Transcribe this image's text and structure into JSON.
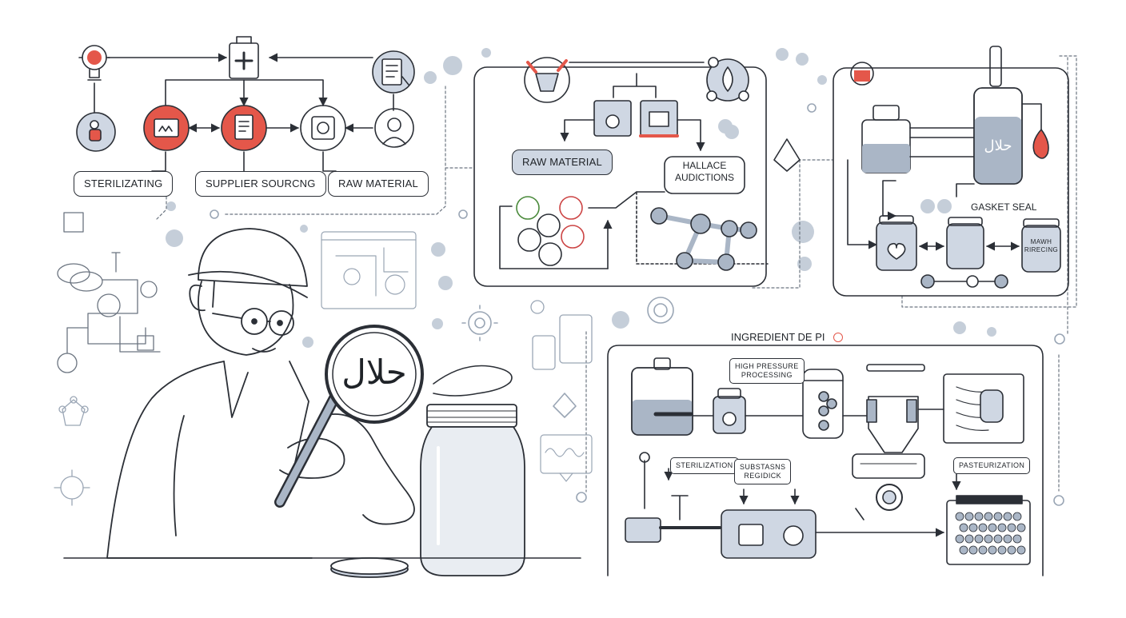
{
  "labels": {
    "sterilizating": "STERILIZATING",
    "supplier_sourcing": "SUPPLIER SOURCNG",
    "raw_material_top": "RAW MATERIAL",
    "raw_material_panel": "RAW MATERIAL",
    "hallance_line1": "HALLACE",
    "hallance_line2": "AUDICTIONS",
    "gasket_seal": "GASKET SEAL",
    "jar_label_line1": "MAWH",
    "jar_label_line2": "RIRECING",
    "ingredient_title": "INGREDIENT DE PI",
    "high_pressure_line1": "HIGH PRESSURE",
    "high_pressure_line2": "PROCESSING",
    "sterilization": "STERILIZATION",
    "substances_line1": "SUBSTASNS",
    "substances_line2": "REGIDICK",
    "pasteurization": "PASTEURIZATION"
  },
  "halal_text": "حلال",
  "colors": {
    "accent_red": "#e4574a",
    "line": "#2b2f36",
    "muted": "#c5ced9",
    "fill_blue": "#cfd7e3",
    "liquid": "#aab6c6"
  }
}
